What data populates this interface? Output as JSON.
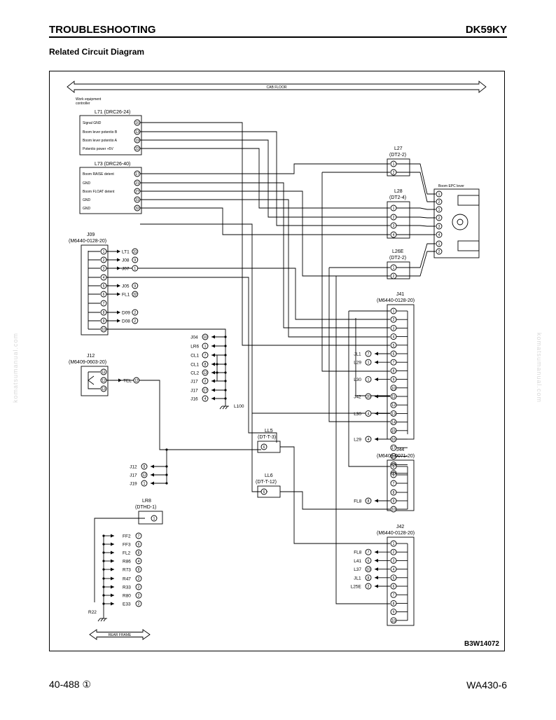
{
  "header": {
    "section": "TROUBLESHOOTING",
    "code": "DK59KY",
    "subtitle": "Related Circuit Diagram"
  },
  "footer": {
    "page": "40-488 ①",
    "model": "WA430-6"
  },
  "watermark": "komatsumanual.com",
  "figure_id": "B3W14072",
  "labels": {
    "cab_floor": "CAB FLOOR",
    "rear_frame": "REAR FRAME",
    "controller_line1": "Work equipment",
    "controller_line2": "controller",
    "l71": "L71 (DRC26-24)",
    "l73": "L73 (DRC26-40)",
    "j09": "J09",
    "j09_part": "(M6440-0128-20)",
    "j12": "J12",
    "j12_part": "(M6409-0603-20)",
    "l27": "L27",
    "l27_part": "(DT2-2)",
    "l28": "L28",
    "l28_part": "(DT2-4)",
    "l26e": "L26E",
    "l26e_part": "(DT2-2)",
    "epc": "Boom EPC lever",
    "j41": "J41",
    "j41_part": "(M6440-0128-20)",
    "j44": "J44",
    "j44_part": "(M6409-0071-20)",
    "j42": "J42",
    "j42_part": "(M6440-0128-20)",
    "ll5": "LL5",
    "ll5_part": "(DT-T-3)",
    "ll6": "LL6",
    "ll6_part": "(DT-T-12)",
    "lr8": "LR8",
    "lr8_part": "(DTHD-1)",
    "l100": "L100",
    "r22": "R22"
  },
  "l71_pins": [
    {
      "label": "Signal GND",
      "pin": "16"
    },
    {
      "label": "Boom lever potentio B",
      "pin": "13"
    },
    {
      "label": "Boom lever potentio A",
      "pin": "19"
    },
    {
      "label": "Potentio power +5V",
      "pin": "22"
    }
  ],
  "l73_pins": [
    {
      "label": "Boom RAISE detent",
      "pin": "17"
    },
    {
      "label": "GND",
      "pin": "21"
    },
    {
      "label": "Boom FLOAT detent",
      "pin": "27"
    },
    {
      "label": "GND",
      "pin": "31"
    },
    {
      "label": "GND",
      "pin": "32"
    }
  ],
  "j09_pins": [
    {
      "pin": "1",
      "dest": "LT1",
      "dpin": "31"
    },
    {
      "pin": "2",
      "dest": "J08",
      "dpin": "9"
    },
    {
      "pin": "3",
      "dest": "J07",
      "dpin": "1"
    },
    {
      "pin": "4",
      "dest": "",
      "dpin": ""
    },
    {
      "pin": "5",
      "dest": "J05",
      "dpin": "9"
    },
    {
      "pin": "6",
      "dest": "FL1",
      "dpin": "32"
    },
    {
      "pin": "7",
      "dest": "",
      "dpin": ""
    },
    {
      "pin": "8",
      "dest": "D09",
      "dpin": "2"
    },
    {
      "pin": "9",
      "dest": "D08",
      "dpin": "2"
    },
    {
      "pin": "10",
      "dest": "",
      "dpin": ""
    }
  ],
  "gnd_l100": [
    {
      "dest": "J04",
      "dpin": "10"
    },
    {
      "dest": "LR6",
      "dpin": "1"
    },
    {
      "dest": "CL1",
      "dpin": "7"
    },
    {
      "dest": "CL1",
      "dpin": "8"
    },
    {
      "dest": "CL2",
      "dpin": "13"
    },
    {
      "dest": "J17",
      "dpin": "2"
    },
    {
      "dest": "J17",
      "dpin": "17"
    },
    {
      "dest": "J16",
      "dpin": "4"
    }
  ],
  "j12_pins": [
    {
      "pin": "11"
    },
    {
      "pin": "12",
      "dest": "TEL",
      "dpin": "12"
    },
    {
      "pin": "13"
    }
  ],
  "ll5_splice": [
    {
      "dest": "J12",
      "dpin": "8"
    },
    {
      "dest": "J17",
      "dpin": "12"
    },
    {
      "dest": "J19",
      "dpin": "1"
    }
  ],
  "lr8_gnd": [
    {
      "dest": "FF2",
      "dpin": "7"
    },
    {
      "dest": "FF3",
      "dpin": "6"
    },
    {
      "dest": "FL2",
      "dpin": "8"
    },
    {
      "dest": "R86",
      "dpin": "4"
    },
    {
      "dest": "R73",
      "dpin": "8"
    },
    {
      "dest": "R47",
      "dpin": "2"
    },
    {
      "dest": "R33",
      "dpin": "2"
    },
    {
      "dest": "R80",
      "dpin": "2"
    },
    {
      "dest": "E33",
      "dpin": "2"
    }
  ],
  "j41_pins": [
    "1",
    "2",
    "3",
    "4",
    "5",
    "6",
    "7",
    "8",
    "9",
    "10",
    "11",
    "12",
    "13",
    "14",
    "15",
    "16",
    "17",
    "18",
    "19",
    "20"
  ],
  "j41_ext": [
    {
      "at": "6",
      "dest": "JL1",
      "dpin": "7"
    },
    {
      "at": "7",
      "dest": "L29",
      "dpin": "1"
    },
    {
      "at": "9",
      "dest": "L30",
      "dpin": "1"
    },
    {
      "at": "11",
      "dest": "J42",
      "dpin": "20"
    },
    {
      "at": "13",
      "dest": "L30",
      "dpin": "4"
    },
    {
      "at": "16",
      "dest": "L29",
      "dpin": "4"
    }
  ],
  "j44_pins": [
    "5",
    "6",
    "7",
    "8",
    "9",
    "10"
  ],
  "j44_ext": [
    {
      "at": "9",
      "dest": "FL8",
      "dpin": "8"
    }
  ],
  "j42_pins": [
    "1",
    "2",
    "3",
    "4",
    "5",
    "6",
    "7",
    "8",
    "9",
    "10"
  ],
  "j42_ext": [
    {
      "at": "2",
      "dest": "FL8",
      "dpin": "7"
    },
    {
      "at": "3",
      "dest": "L41",
      "dpin": "6"
    },
    {
      "at": "4",
      "dest": "L37",
      "dpin": "10"
    },
    {
      "at": "5",
      "dest": "JL1",
      "dpin": "8"
    },
    {
      "at": "6",
      "dest": "L25E",
      "dpin": "2"
    }
  ],
  "l27_pins": [
    "1",
    "2"
  ],
  "l28_pins": [
    "1",
    "2",
    "3",
    "4"
  ],
  "l26e_pins": [
    "1",
    "2"
  ],
  "epc_pins": [
    "1",
    "2",
    "1",
    "2",
    "3",
    "4",
    "1",
    "2"
  ],
  "ll5_pin": "6",
  "ll6_pin": "6",
  "lr8_pin": "1"
}
